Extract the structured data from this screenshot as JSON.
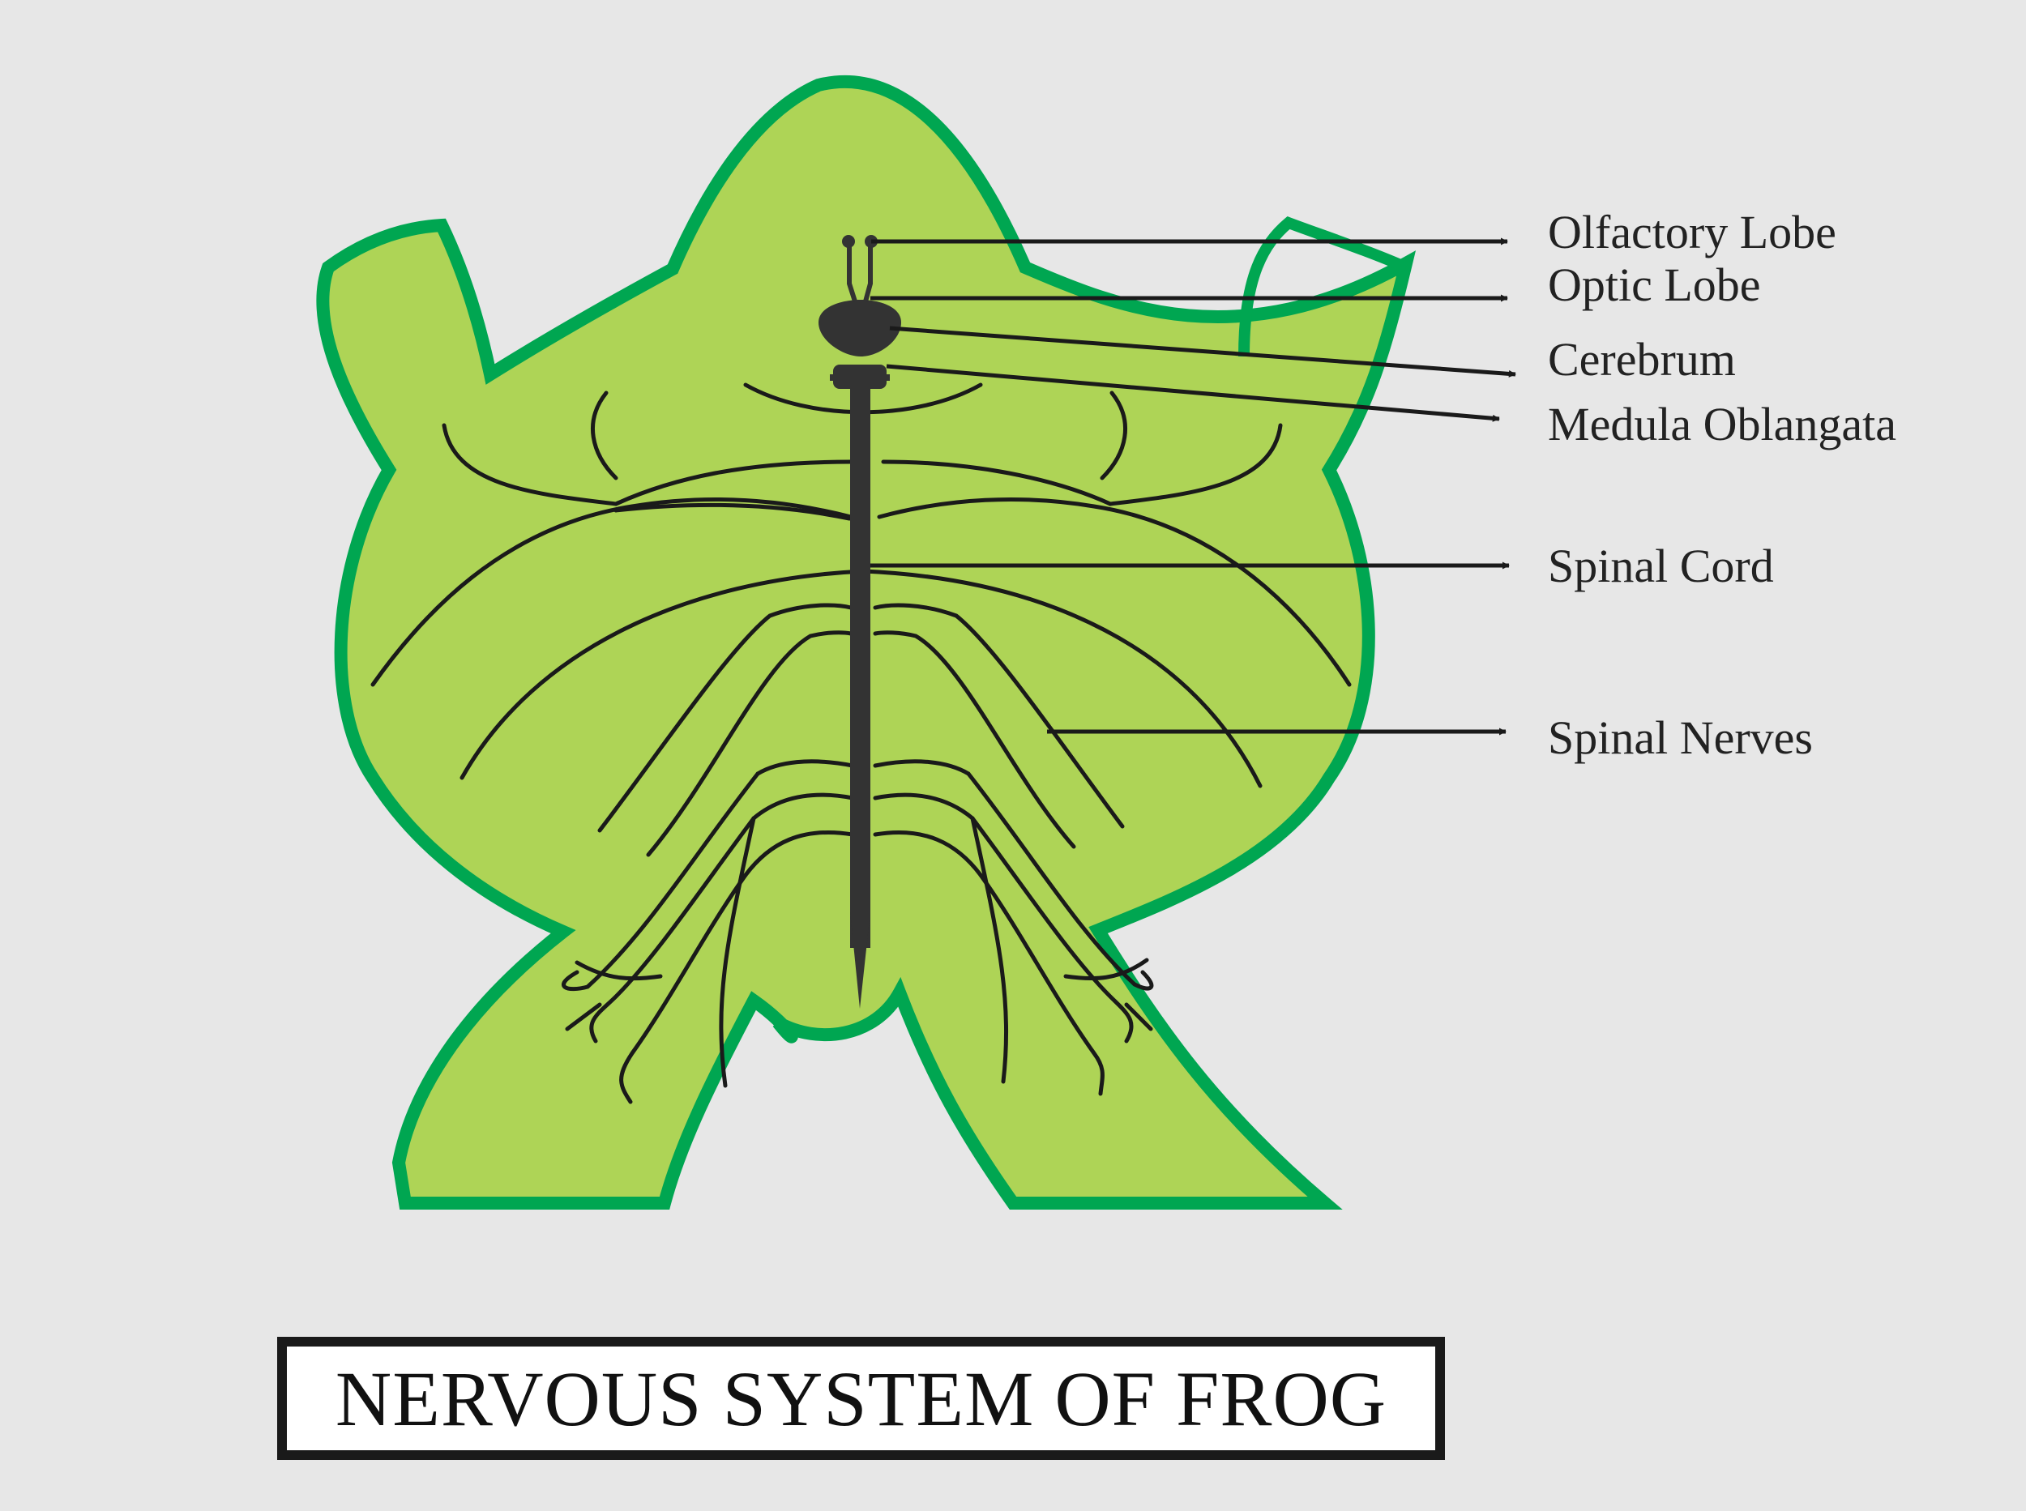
{
  "title": "NERVOUS SYSTEM OF FROG",
  "colors": {
    "background": "#e7e7e7",
    "body_fill": "#aed456",
    "body_outline": "#00a651",
    "nerve": "#1a1a1a",
    "cord": "#333333"
  },
  "labels": {
    "olfactory_lobe": "Olfactory Lobe",
    "optic_lobe": "Optic Lobe",
    "cerebrum": "Cerebrum",
    "medula_oblangata": "Medula Oblangata",
    "spinal_cord": "Spinal Cord",
    "spinal_nerves": "Spinal Nerves"
  }
}
